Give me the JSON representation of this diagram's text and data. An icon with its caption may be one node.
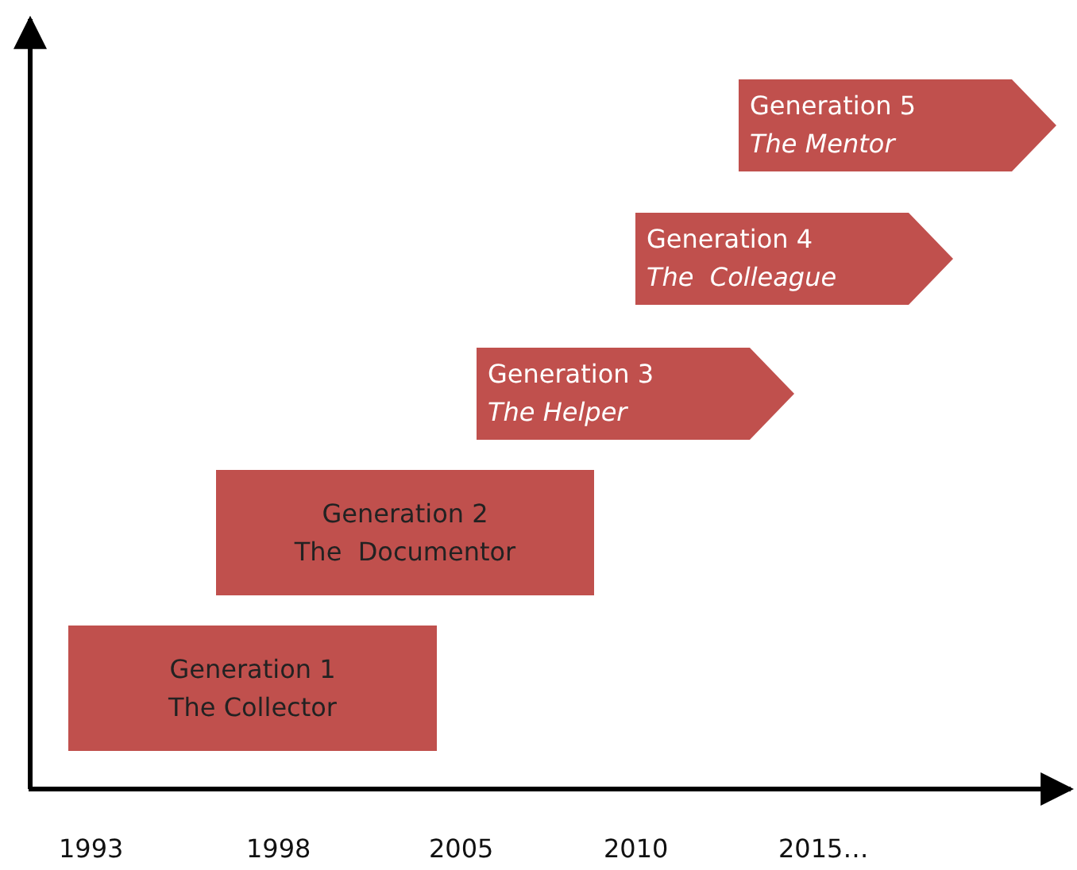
{
  "diagram": {
    "nodes": [
      {
        "text": [
          "Generation 1",
          "The Collector"
        ]
      },
      {
        "text": [
          "Generation 2",
          "The  Documentor"
        ]
      },
      {
        "text": [
          "Generation 3",
          "The Helper"
        ]
      },
      {
        "text": [
          "Generation 4",
          "The  Colleague"
        ]
      },
      {
        "text": [
          "Generation 5",
          "The Mentor"
        ]
      }
    ],
    "labels": [
      "1993",
      "1998",
      "2005",
      "2010",
      "2015…"
    ]
  }
}
